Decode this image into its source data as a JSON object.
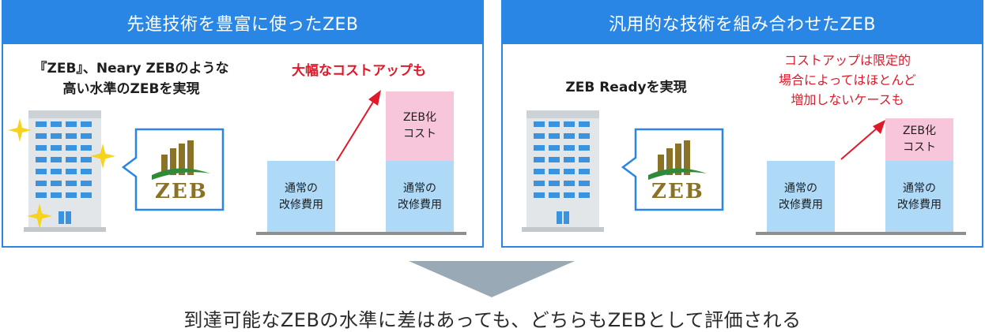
{
  "left_panel": {
    "title": "先進技術を豊富に使ったZEB",
    "caption_line1": "『ZEB』、Neary ZEBのような",
    "caption_line2": "高い水準のZEBを実現",
    "note": "大幅なコストアップも",
    "bar_normal_line1": "通常の",
    "bar_normal_line2": "改修費用",
    "bar_zeb_line1": "ZEB化",
    "bar_zeb_line2": "コスト",
    "logo_text": "ZEB"
  },
  "right_panel": {
    "title": "汎用的な技術を組み合わせたZEB",
    "caption": "ZEB Readyを実現",
    "note_line1": "コストアップは限定的",
    "note_line2": "場合によってはほとんど",
    "note_line3": "増加しないケースも",
    "bar_normal_line1": "通常の",
    "bar_normal_line2": "改修費用",
    "bar_zeb_line1": "ZEB化",
    "bar_zeb_line2": "コスト",
    "logo_text": "ZEB"
  },
  "conclusion": "到達可能なZEBの水準に差はあっても、どちらもZEBとして評価される",
  "colors": {
    "header_blue": "#2a86e4",
    "bar_blue": "#aed9f7",
    "bar_pink": "#f7c6da",
    "note_red": "#e0192a",
    "arrow_gray": "#99a9b6",
    "logo_gold": "#8a7226",
    "logo_green": "#2f8a3a"
  },
  "icons": [
    "building-icon",
    "sparkle-icon",
    "zeb-logo-icon",
    "speech-bubble",
    "red-arrow-icon",
    "down-arrow-icon"
  ]
}
